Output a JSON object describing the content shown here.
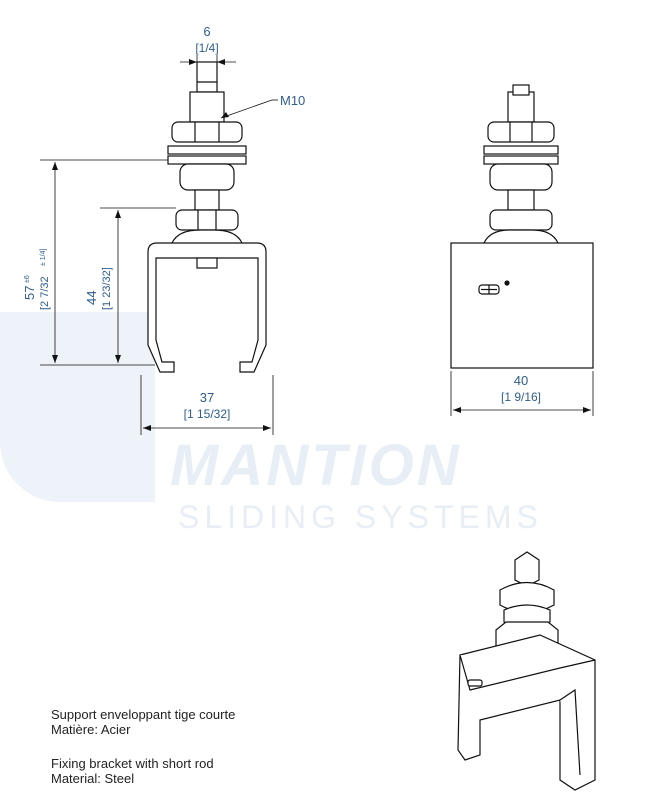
{
  "watermark": {
    "brand": "MANTION",
    "tagline": "SLIDING SYSTEMS"
  },
  "dimensions": {
    "rod_width": {
      "metric": "6",
      "imperial": "[1/4]"
    },
    "thread": "M10",
    "total_height": {
      "metric": "57",
      "tol": "±6",
      "imperial": "[2 7/32",
      "imperial_tol": "± 1/4]"
    },
    "bracket_height": {
      "metric": "44",
      "imperial": "[1 23/32]"
    },
    "bracket_width_front": {
      "metric": "37",
      "imperial": "[1 15/32]"
    },
    "bracket_width_side": {
      "metric": "40",
      "imperial": "[1 9/16]"
    }
  },
  "caption": {
    "fr_title": "Support enveloppant tige courte",
    "fr_material": "Matière: Acier",
    "en_title": "Fixing bracket with short rod",
    "en_material": "Material: Steel"
  }
}
